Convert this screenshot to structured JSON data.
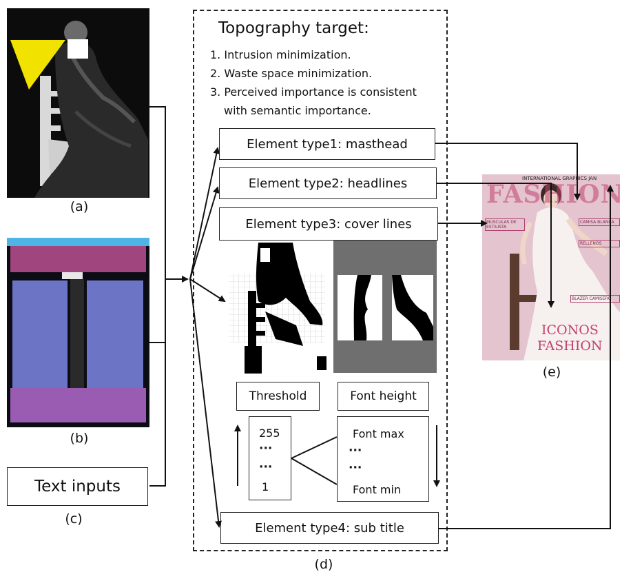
{
  "panel_a": {
    "label": "(a)"
  },
  "panel_b": {
    "label": "(b)"
  },
  "panel_c": {
    "box_text": "Text inputs",
    "label": "(c)"
  },
  "panel_d": {
    "label": "(d)",
    "target_title": "Topography target:",
    "targets": [
      "1. Intrusion minimization.",
      "2. Waste space minimization.",
      "3. Perceived importance is consistent",
      "with semantic importance."
    ],
    "elements": [
      "Element type1: masthead",
      "Element type2: headlines",
      "Element type3: cover lines",
      "Element type4: sub title"
    ],
    "threshold_label": "Threshold",
    "font_height_label": "Font height",
    "threshold_values": [
      "255",
      "···",
      "···",
      "1"
    ],
    "font_values": [
      "Font max",
      "···",
      "···",
      "Font min"
    ]
  },
  "panel_e": {
    "label": "(e)",
    "masthead": "FASHION",
    "topline": "INTERNATIONAL GRAPHICS JAN",
    "headline_1": "ICONOS",
    "headline_2": "FASHION",
    "coverline_left": "MUSCULAS DE ESTILISTA",
    "coverline_right_1": "CAMISA BLANCA",
    "coverline_right_2": "RELLENOS",
    "coverline_right_3": "BLAZER CAMISERO"
  },
  "colors": {
    "yellow": "#f2e200",
    "magenta": "#a1457f",
    "blue": "#6c74c6",
    "cyan": "#4fb3e6",
    "purple": "#9a5bb3",
    "dark": "#0c0c14",
    "gray": "#6f6f6f",
    "pinkbg": "#e8c9d3",
    "mag_text": "#c04070"
  }
}
